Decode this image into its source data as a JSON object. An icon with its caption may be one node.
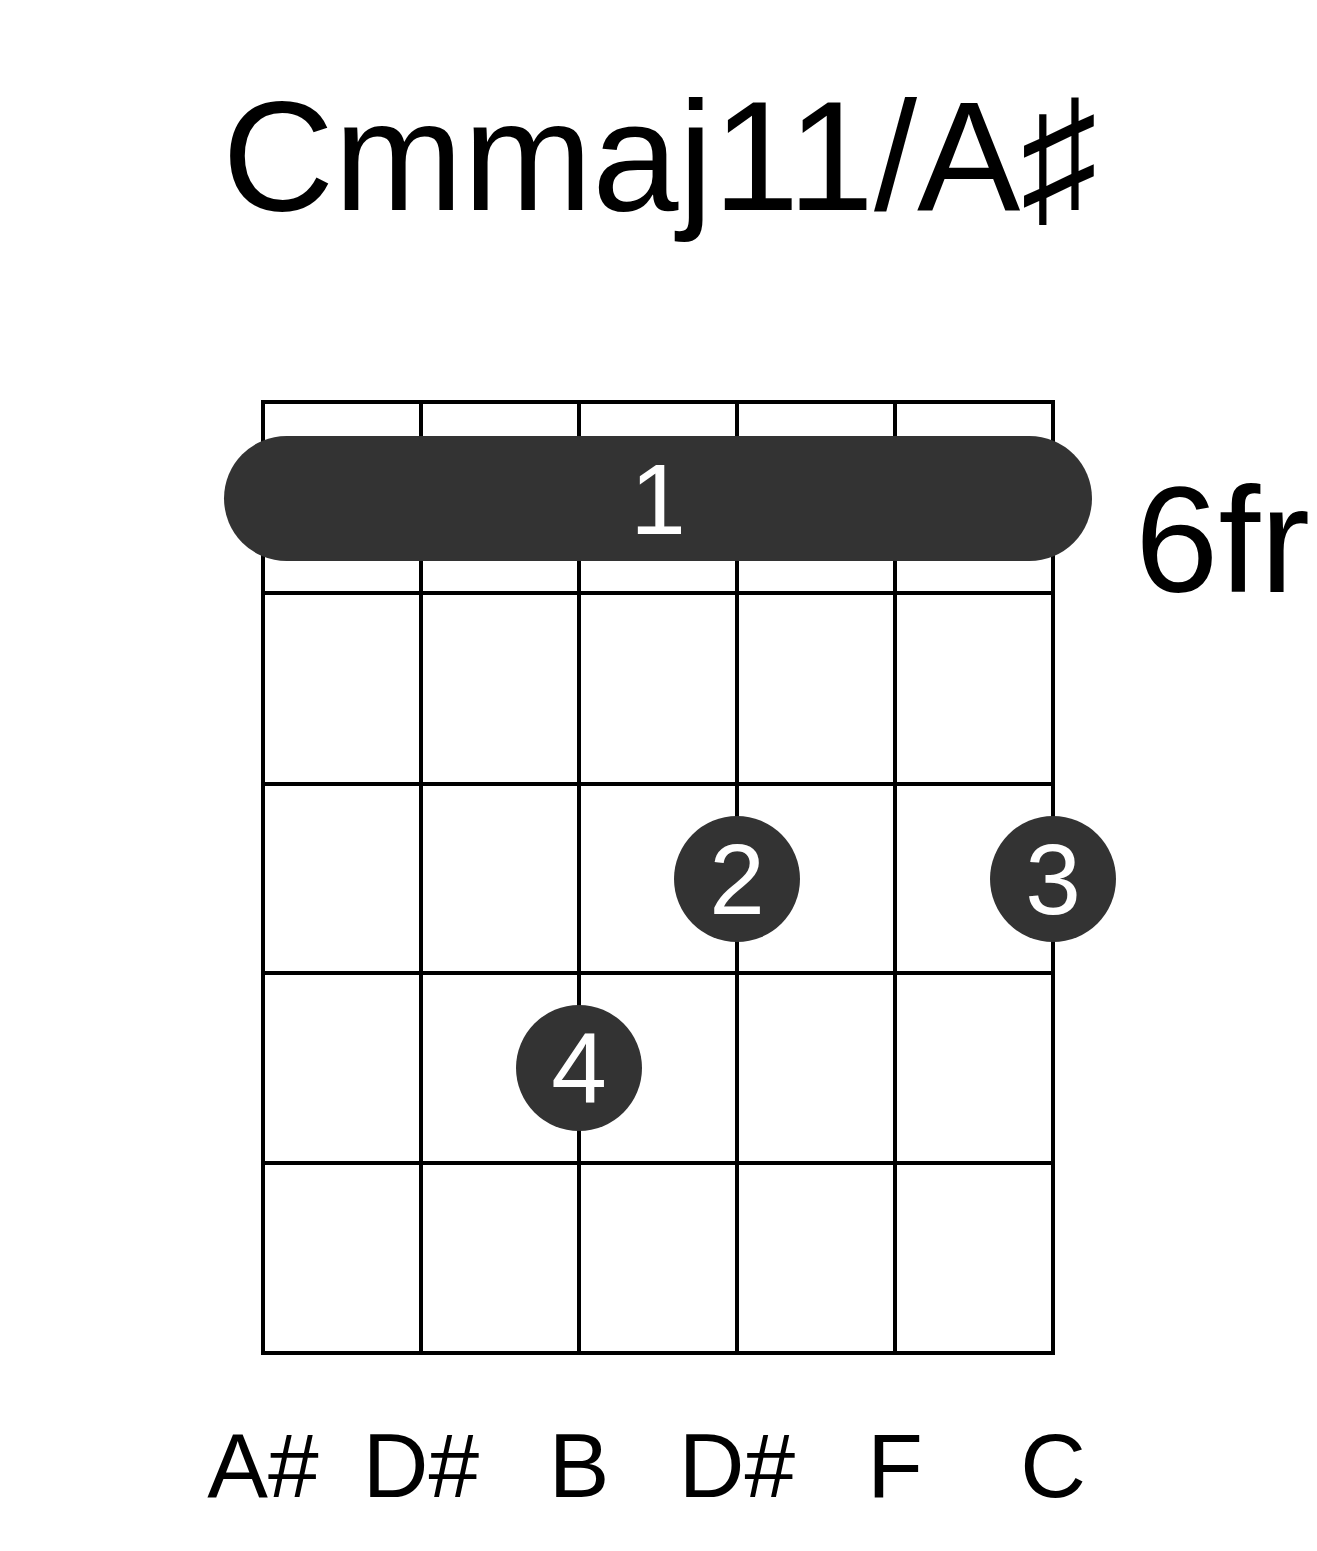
{
  "diagram": {
    "title": "Cmmaj11/A♯",
    "nodes": [
      {
        "text": [
          "1"
        ]
      },
      {
        "text": [
          "2"
        ]
      },
      {
        "text": [
          "3"
        ]
      },
      {
        "text": [
          "4"
        ]
      }
    ],
    "labels": [
      "6fr",
      "A#",
      "D#",
      "B",
      "D#",
      "F",
      "C"
    ]
  }
}
